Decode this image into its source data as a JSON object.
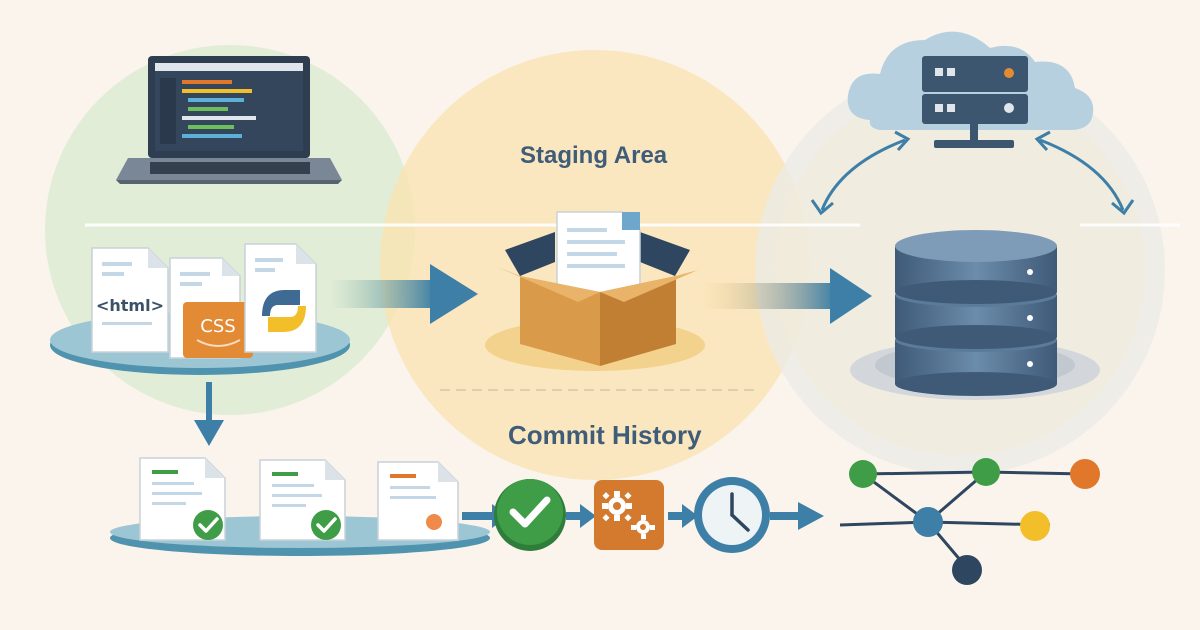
{
  "colors": {
    "background": "#faf4ec",
    "working_circle": "#dcebd3",
    "staging_circle": "#fbe3b0",
    "repo_circle": "#ecebe6",
    "accent_blue": "#3d7fa6",
    "dark_slate": "#3a5168",
    "success_green": "#3f9d47",
    "warning_orange": "#e0772a",
    "box_brown": "#d99a4a",
    "node_yellow": "#f2bf2b"
  },
  "labels": {
    "staging_area": "Staging Area",
    "commit_history": "Commit History"
  },
  "working_directory": {
    "files": [
      {
        "icon": "html-file-icon",
        "text": "<html>"
      },
      {
        "icon": "css-file-icon",
        "text": "CSS"
      },
      {
        "icon": "python-file-icon",
        "text": ""
      }
    ]
  },
  "icons": {
    "laptop": "laptop-code-editor-icon",
    "cloud": "cloud-server-icon",
    "box": "open-box-icon",
    "database": "database-icon",
    "check": "check-circle-icon",
    "gears": "gears-icon",
    "clock": "clock-icon",
    "graph": "commit-graph-icon"
  }
}
